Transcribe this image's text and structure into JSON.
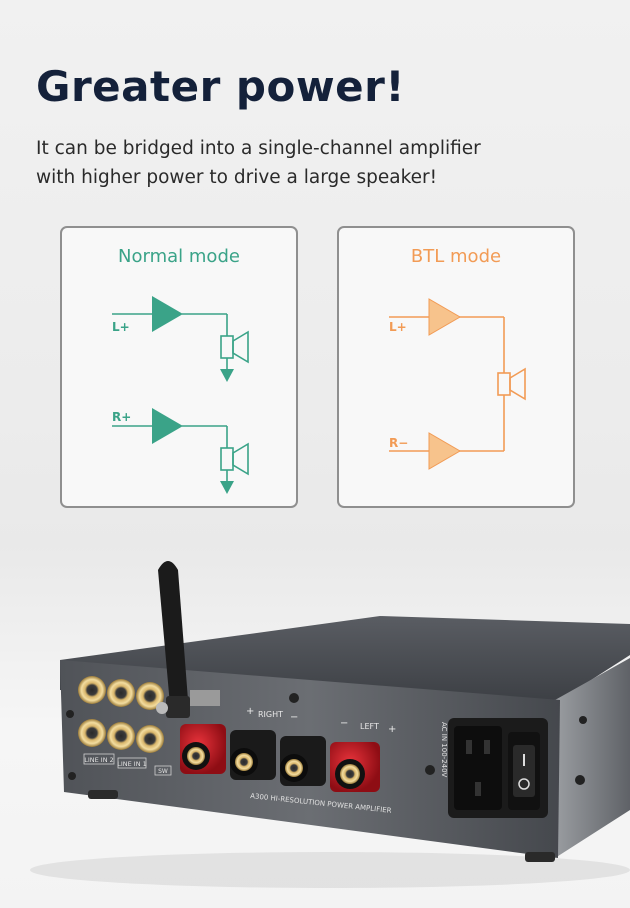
{
  "headline": "Greater power!",
  "description": {
    "line1": "It can be bridged into a single-channel amplifier",
    "line2": "with higher power to drive a large speaker!"
  },
  "colors": {
    "normal_mode": "#3aa388",
    "btl_mode": "#f29b55",
    "headline": "#14213a"
  },
  "normal_mode": {
    "title": "Normal mode",
    "input_top": "L+",
    "input_bottom": "R+"
  },
  "btl_mode": {
    "title": "BTL mode",
    "input_top": "L+",
    "input_bottom": "R−"
  },
  "amplifier_panel": {
    "right_plus": "+",
    "right_label": "RIGHT",
    "right_minus": "−",
    "left_minus": "−",
    "left_label": "LEFT",
    "left_plus": "+",
    "line_in_2": "LINE IN 2",
    "line_in_1": "LINE IN 1",
    "sw_label": "SW",
    "model_text": "A300 HI-RESOLUTION POWER AMPLIFIER",
    "ac_input": "AC IN 100-240V"
  },
  "icons": [
    "amplifier-triangle-icon",
    "speaker-icon",
    "ground-arrow-icon",
    "bluetooth-antenna",
    "power-switch-icon",
    "iec-power-socket"
  ]
}
